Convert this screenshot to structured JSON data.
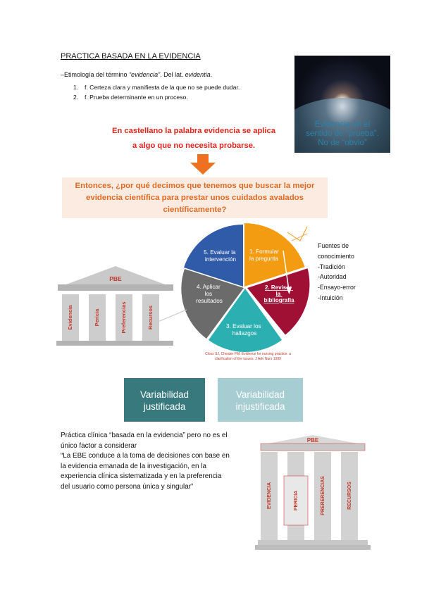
{
  "title": "PRACTICA BASADA EN LA EVIDENCIA",
  "etymology": {
    "prefix": "–Etimología del término ",
    "term": "“evidencia”",
    "middle": ". Del lat. ",
    "latin": "evidentia",
    "end": ".",
    "items": [
      {
        "num": "1.",
        "text": "f. Certeza clara y manifiesta de la que no se puede dudar."
      },
      {
        "num": "2.",
        "text": "f. Prueba determinante en un proceso."
      }
    ]
  },
  "image_caption": [
    "Evidencia en el",
    "sentido de “prueba”.",
    "No de “obvio”"
  ],
  "red_statement": [
    "En castellano la palabra evidencia se aplica",
    "a algo que no necesita probarse."
  ],
  "question": [
    "Entonces, ¿por qué decimos que tenemos que buscar la mejor",
    "evidencia científica para prestar unos cuidados avalados",
    "científicamente?"
  ],
  "cycle": {
    "segments": [
      {
        "lines": [
          "1. Formular",
          "la pregunta"
        ],
        "color": "#f39c12"
      },
      {
        "lines": [
          "2. Revisar",
          "la",
          "bibliografía"
        ],
        "color": "#a01034"
      },
      {
        "lines": [
          "3. Evaluar los",
          "hallazgos"
        ],
        "color": "#2bafb1"
      },
      {
        "lines": [
          "4. Aplicar",
          "los",
          "resultados"
        ],
        "color": "#6b6b6b"
      },
      {
        "lines": [
          "5. Evaluar la",
          "intervención"
        ],
        "color": "#2f5ba8"
      }
    ],
    "citation": [
      "Closs SJ, Cheater FM. Evidence for nursing practice: a",
      "clarification of the issues. J Adv Nurs 1999"
    ]
  },
  "sources": [
    "Fuentes de",
    "conocimiento",
    "-Tradición",
    "-Autoridad",
    "-Ensayo-error",
    "-Intuición"
  ],
  "temple_left": {
    "label": "PBE",
    "columns": [
      "Evidencia",
      "Pericia",
      "Preferencias",
      "Recursos"
    ]
  },
  "boxes": [
    {
      "lines": [
        "Variabilidad",
        "justificada"
      ],
      "color": "#37797d"
    },
    {
      "lines": [
        "Variabilidad",
        "injustificada"
      ],
      "color": "#a6cdd2"
    }
  ],
  "paragraph": [
    "Práctica clínica “basada en la evidencia” pero no es el",
    "único factor a considerar",
    "“La EBE conduce a la toma de decisiones con base en",
    "la evidencia emanada de la investigación, en la",
    "experiencia clínica sistematizada y en la preferencia",
    "del usuario como persona única y singular”"
  ],
  "temple_right": {
    "label": "PBE",
    "columns": [
      "EVIDENCIA",
      "PERICIA",
      "PRERERENCIAS",
      "RECURSOS"
    ]
  }
}
